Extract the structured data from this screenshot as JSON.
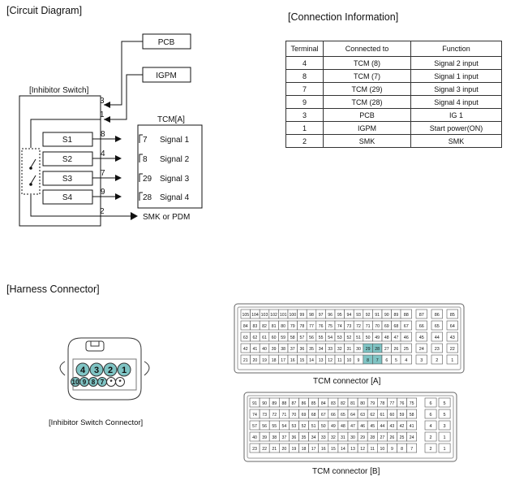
{
  "headings": {
    "circuit": "[Circuit Diagram]",
    "connection": "[Connection Information]",
    "harness": "[Harness Connector]"
  },
  "circuit": {
    "pcb": "PCB",
    "igpm": "IGPM",
    "inhibitor": "[Inhibitor Switch]",
    "tcm": "TCM[A]",
    "pin3": "3",
    "pin1": "1",
    "pin2": "2",
    "smk": "SMK or PDM",
    "switches": [
      {
        "label": "S1",
        "pin": "8",
        "tcm_pin": "7",
        "signal": "Signal 1"
      },
      {
        "label": "S2",
        "pin": "4",
        "tcm_pin": "8",
        "signal": "Signal 2"
      },
      {
        "label": "S3",
        "pin": "7",
        "tcm_pin": "29",
        "signal": "Signal 3"
      },
      {
        "label": "S4",
        "pin": "9",
        "tcm_pin": "28",
        "signal": "Signal 4"
      }
    ]
  },
  "connection_table": {
    "headers": [
      "Terminal",
      "Connected to",
      "Function"
    ],
    "rows": [
      [
        "4",
        "TCM (8)",
        "Signal 2 input"
      ],
      [
        "8",
        "TCM (7)",
        "Signal 1 input"
      ],
      [
        "7",
        "TCM (29)",
        "Signal 3 input"
      ],
      [
        "9",
        "TCM (28)",
        "Signal 4 input"
      ],
      [
        "3",
        "PCB",
        "IG 1"
      ],
      [
        "1",
        "IGPM",
        "Start power(ON)"
      ],
      [
        "2",
        "SMK",
        "SMK"
      ]
    ]
  },
  "inhibitor_connector": {
    "caption": "[Inhibitor Switch Connector]",
    "top_pins": [
      "4",
      "3",
      "2",
      "1"
    ],
    "bottom_pins": [
      "10",
      "9",
      "8",
      "7",
      "*",
      "*"
    ],
    "highlight_color": "#7fc4c4"
  },
  "tcm_a": {
    "caption": "TCM connector [A]",
    "rows": [
      {
        "left": [
          "105",
          "104",
          "103",
          "102",
          "101",
          "100",
          "99",
          "98",
          "97",
          "96",
          "95",
          "94",
          "93",
          "92",
          "91",
          "90",
          "89"
        ],
        "right": [
          "88",
          "87",
          "86",
          "85"
        ]
      },
      {
        "left": [
          "84",
          "83",
          "82",
          "81",
          "80",
          "79",
          "78",
          "77",
          "76",
          "75",
          "74",
          "73",
          "72",
          "71",
          "70",
          "69",
          "68"
        ],
        "right": [
          "67",
          "66",
          "65",
          "64"
        ]
      },
      {
        "left": [
          "63",
          "62",
          "61",
          "60",
          "59",
          "58",
          "57",
          "56",
          "55",
          "54",
          "53",
          "52",
          "51",
          "50",
          "49",
          "48",
          "47"
        ],
        "right": [
          "46",
          "45",
          "44",
          "43"
        ]
      },
      {
        "left": [
          "42",
          "41",
          "40",
          "39",
          "38",
          "37",
          "36",
          "35",
          "34",
          "33",
          "32",
          "31",
          "30",
          "29",
          "28",
          "27",
          "26"
        ],
        "right": [
          "25",
          "24",
          "23",
          "22"
        ]
      },
      {
        "left": [
          "21",
          "20",
          "19",
          "18",
          "17",
          "16",
          "15",
          "14",
          "13",
          "12",
          "11",
          "10",
          "9",
          "8",
          "7",
          "6",
          "5"
        ],
        "right": [
          "4",
          "3",
          "2",
          "1"
        ]
      }
    ],
    "highlighted": [
      "29",
      "28",
      "8",
      "7"
    ],
    "highlight_color": "#7fc4c4"
  },
  "tcm_b": {
    "caption": "TCM connector [B]",
    "rows": [
      {
        "left": [
          "91",
          "90",
          "89",
          "88",
          "87",
          "86",
          "85",
          "84",
          "83",
          "82",
          "81",
          "80",
          "79",
          "78",
          "77",
          "76",
          "75"
        ],
        "right": [
          "6",
          "5"
        ]
      },
      {
        "left": [
          "74",
          "73",
          "72",
          "71",
          "70",
          "69",
          "68",
          "67",
          "66",
          "65",
          "64",
          "63",
          "62",
          "61",
          "60",
          "59",
          "58"
        ],
        "right": [
          "6",
          "5"
        ]
      },
      {
        "left": [
          "57",
          "56",
          "55",
          "54",
          "53",
          "52",
          "51",
          "50",
          "49",
          "48",
          "47",
          "46",
          "45",
          "44",
          "43",
          "42",
          "41"
        ],
        "right": [
          "4",
          "3"
        ]
      },
      {
        "left": [
          "40",
          "39",
          "38",
          "37",
          "36",
          "35",
          "34",
          "33",
          "32",
          "31",
          "30",
          "29",
          "28",
          "27",
          "26",
          "25",
          "24"
        ],
        "right": [
          "2",
          "1"
        ]
      },
      {
        "left": [
          "23",
          "22",
          "21",
          "20",
          "19",
          "18",
          "17",
          "16",
          "15",
          "14",
          "13",
          "12",
          "11",
          "10",
          "9",
          "8",
          "7"
        ],
        "right": [
          "2",
          "1"
        ]
      }
    ]
  }
}
